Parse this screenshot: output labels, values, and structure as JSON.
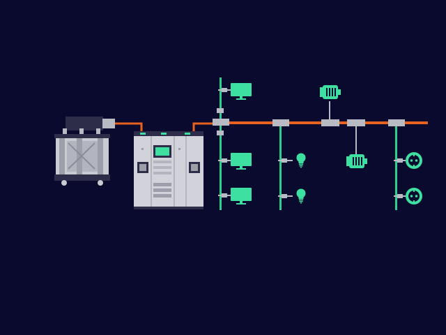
{
  "colors": {
    "background": "#0a0a2e",
    "power_line": "#e8621f",
    "branch_line": "#2fd08f",
    "device": "#3de0a0",
    "device_dark": "#0a0a2e",
    "transformer_body": "#c9cbd2",
    "transformer_dark": "#2d2d4a",
    "cabinet_body": "#d2d3da",
    "cabinet_dark": "#2d2d4a",
    "junction": "#b8bac4",
    "cabinet_screen": "#3de0a0"
  },
  "components": {
    "transformer": {
      "icon": "transformer-icon"
    },
    "switchgear": {
      "icon": "switchgear-cabinet-icon"
    },
    "busbar": {
      "icon": "power-busbar"
    },
    "feeders": [
      {
        "id": "feeder-1",
        "devices": [
          "monitor-icon",
          "monitor-icon",
          "monitor-icon"
        ]
      },
      {
        "id": "feeder-2",
        "devices": [
          "light-bulb-icon",
          "light-bulb-icon"
        ]
      },
      {
        "id": "feeder-3",
        "devices": [
          "motor-icon",
          "motor-icon"
        ]
      },
      {
        "id": "feeder-4",
        "devices": [
          "power-socket-icon",
          "power-socket-icon"
        ]
      }
    ]
  }
}
